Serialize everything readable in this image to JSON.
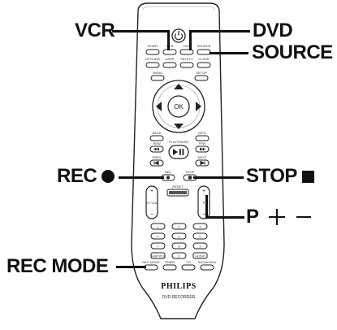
{
  "callouts": {
    "vcr": "VCR",
    "dvd": "DVD",
    "source": "SOURCE",
    "rec": "REC",
    "stop": "STOP",
    "p": "P",
    "rec_mode": "REC MODE"
  },
  "remote": {
    "brand": "PHILIPS",
    "model": "DVD RECORDER",
    "buttons": {
      "scart": "SCART",
      "vcr": "VCR",
      "dvd": "DVD",
      "source": "SOURCE",
      "options": "OPTIONS",
      "user": "USER",
      "select": "SELECT",
      "clear": "CLEAR",
      "menu": "MENU",
      "setup": "SETUP",
      "ok": "OK",
      "back": "BACK",
      "info": "INFO",
      "rew": "REW",
      "ffw": "FFW",
      "play_pause": "PLAY/PAUSE",
      "prev": "PREV",
      "next": "NEXT",
      "rec": "REC",
      "stop": "STOP",
      "reset": "RESET",
      "tv_vol": "TV VOL",
      "p": "P",
      "subtitle": "SUBTITLE",
      "audio": "AUDIO",
      "rec_mode": "REC MODE",
      "timer": "TIMER",
      "t_c": "T/C",
      "showview": "SHOWVIEW"
    },
    "digits": [
      "1",
      "2",
      "3",
      "4",
      "5",
      "6",
      "7",
      "8",
      "9",
      "0"
    ]
  }
}
